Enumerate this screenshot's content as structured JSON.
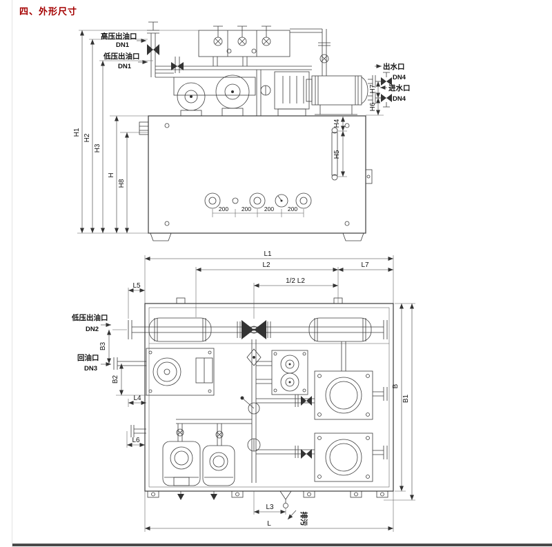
{
  "page": {
    "heading": "四、外形尺寸",
    "accent_red": "#a40000"
  },
  "front_view": {
    "ports": {
      "hp_outlet_label": "高压出油口",
      "hp_outlet_dn": "DN1",
      "lp_outlet_label": "低压出油口",
      "lp_outlet_dn": "DN1",
      "water_outlet_label": "出水口",
      "water_outlet_dn": "DN4",
      "water_inlet_label": "进水口",
      "water_inlet_dn": "DN4"
    },
    "dims": {
      "h1": "H1",
      "h2": "H2",
      "h3": "H3",
      "h": "H",
      "h8": "H8",
      "h4": "H4",
      "h5": "H5",
      "h6": "H6",
      "h7": "H7",
      "spacing": [
        "200",
        "200",
        "200",
        "200"
      ]
    }
  },
  "plan_view": {
    "ports": {
      "lp_outlet_label": "低压出油口",
      "lp_outlet_dn": "DN2",
      "oil_return_label": "回油口",
      "oil_return_dn": "DN3",
      "drain_label": "排污"
    },
    "dims": {
      "l": "L",
      "l1": "L1",
      "l2": "L2",
      "l3": "L3",
      "l4": "L4",
      "l5": "L5",
      "l6": "L6",
      "l7": "L7",
      "half_l2": "1/2 L2",
      "b": "B",
      "b1": "B1",
      "b2": "B2",
      "b3": "B3"
    }
  }
}
